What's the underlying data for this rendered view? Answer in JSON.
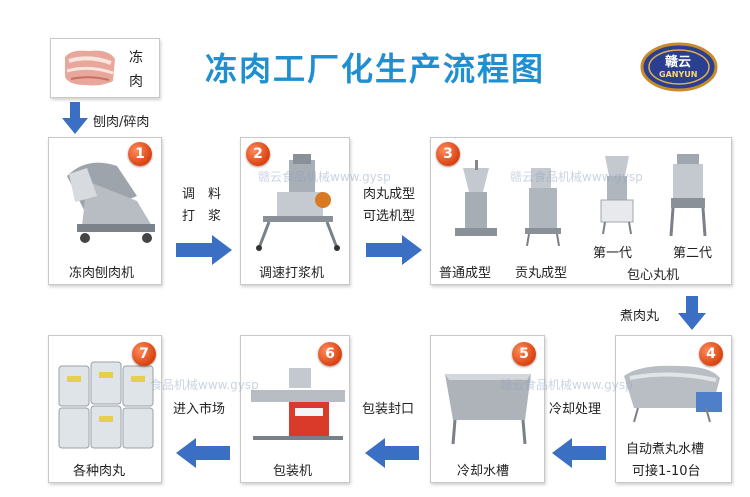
{
  "title": "冻肉工厂化生产流程图",
  "logo": {
    "line1": "赣云",
    "line2": "GANYUN"
  },
  "frozen_meat": {
    "line1": "冻",
    "line2": "肉"
  },
  "watermark": "赣云食品机械www.gysp",
  "watermark2": "赣云食品机械www.gysp",
  "watermark3": "食品机械www.gysp",
  "watermark4": "赣云食品机械www.gysp",
  "steps": {
    "s1": {
      "num": "1",
      "label": "冻肉刨肉机"
    },
    "s2": {
      "num": "2",
      "label": "调速打浆机"
    },
    "s3": {
      "num": "3",
      "sub1": "普通成型",
      "sub2": "贡丸成型",
      "sub3": "第一代",
      "sub4": "第二代",
      "sub5": "包心丸机"
    },
    "s4": {
      "num": "4",
      "label1": "自动煮丸水槽",
      "label2": "可接1-10台"
    },
    "s5": {
      "num": "5",
      "label": "冷却水槽"
    },
    "s6": {
      "num": "6",
      "label": "包装机"
    },
    "s7": {
      "num": "7",
      "label": "各种肉丸"
    }
  },
  "flow_labels": {
    "f0": "刨肉/碎肉",
    "f1a": "调　料",
    "f1b": "打　浆",
    "f2a": "肉丸成型",
    "f2b": "可选机型",
    "f3": "煮肉丸",
    "f4": "冷却处理",
    "f5": "包装封口",
    "f6": "进入市场"
  },
  "colors": {
    "title": "#1f8fcf",
    "arrow": "#3a6fc4",
    "badge": "#e2521c"
  }
}
